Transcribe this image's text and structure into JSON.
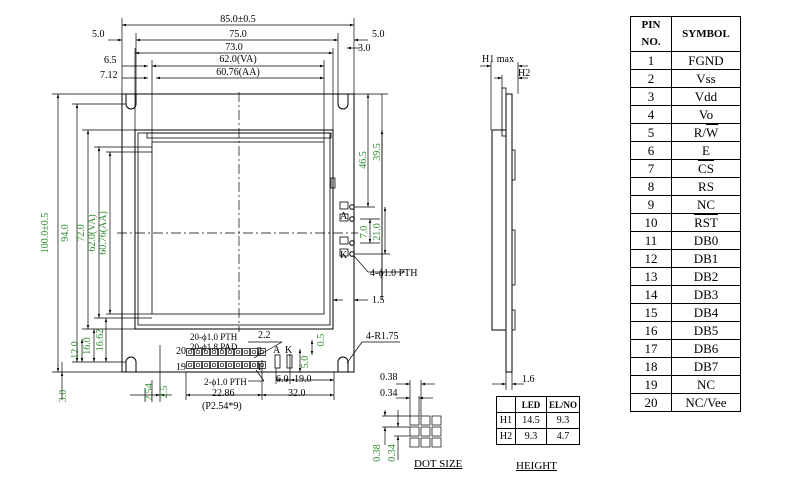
{
  "dims": {
    "d85": "85.0±0.5",
    "d75": "75.0",
    "d73": "73.0",
    "d62va": "62.0(VA)",
    "d6076aa": "60.76(AA)",
    "d5left": "5.0",
    "d5right": "5.0",
    "d65": "6.5",
    "d712": "7.12",
    "d3": "3.0",
    "d100": "100.0±0.5",
    "d94": "94.0",
    "d72": "72.0",
    "d62va_v": "62.0(VA)",
    "d6076aa_v": "60.76(AA)",
    "d12": "12.0",
    "d16": "16.0",
    "d1662": "16.62",
    "d30bottom": "3.0",
    "d254": "2.54",
    "d25": "2.5",
    "d465": "46.5",
    "d395": "39.5",
    "d210": "21.0",
    "d70": "7.0",
    "d15": "1.5",
    "ledhole": "4-ϕ1.0 PTH",
    "r175": "4-R1.75",
    "pad1": "20-ϕ1.0 PTH",
    "pad2": "20-ϕ1.8 PAD",
    "d22": "2.2",
    "d05": "0.5",
    "d50": "5.0",
    "d60": "6.0",
    "d190": "19.0",
    "d2286": "22.86",
    "d320": "32.0",
    "p254": "(P2.54*9)",
    "ptha": "2-ϕ1.0 PTH",
    "n20": "20",
    "n19": "19",
    "n2": "2",
    "n1": "1",
    "labA": "A",
    "labK": "K",
    "labA2": "A",
    "labK2": "K",
    "h1max": "H1 max",
    "h2": "H2",
    "d16side": "1.6",
    "dot038": "0.38",
    "dot034": "0.34",
    "dot038v": "0.38",
    "dot034v": "0.34"
  },
  "captions": {
    "dot_size": "DOT SIZE",
    "height": "HEIGHT"
  },
  "height_table": {
    "headers": [
      "",
      "LED",
      "EL/NO"
    ],
    "rows": [
      {
        "label": "H1",
        "led": "14.5",
        "elno": "9.3"
      },
      {
        "label": "H2",
        "led": "9.3",
        "elno": "4.7"
      }
    ]
  },
  "pin_table": {
    "headers": [
      "PIN NO.",
      "SYMBOL"
    ],
    "rows": [
      {
        "no": "1",
        "symbol": "FGND",
        "overline": false
      },
      {
        "no": "2",
        "symbol": "Vss",
        "overline": false
      },
      {
        "no": "3",
        "symbol": "Vdd",
        "overline": false
      },
      {
        "no": "4",
        "symbol": "Vo",
        "overline": false
      },
      {
        "no": "5",
        "symbol": "R/W",
        "overline": false
      },
      {
        "no": "6",
        "symbol": "E",
        "overline": false
      },
      {
        "no": "7",
        "symbol": "CS",
        "overline": true
      },
      {
        "no": "8",
        "symbol": "RS",
        "overline": false
      },
      {
        "no": "9",
        "symbol": "NC",
        "overline": false
      },
      {
        "no": "10",
        "symbol": "RST",
        "overline": true
      },
      {
        "no": "11",
        "symbol": "DB0",
        "overline": false
      },
      {
        "no": "12",
        "symbol": "DB1",
        "overline": false
      },
      {
        "no": "13",
        "symbol": "DB2",
        "overline": false
      },
      {
        "no": "14",
        "symbol": "DB3",
        "overline": false
      },
      {
        "no": "15",
        "symbol": "DB4",
        "overline": false
      },
      {
        "no": "16",
        "symbol": "DB5",
        "overline": false
      },
      {
        "no": "17",
        "symbol": "DB6",
        "overline": false
      },
      {
        "no": "18",
        "symbol": "DB7",
        "overline": false
      },
      {
        "no": "19",
        "symbol": "NC",
        "overline": false
      },
      {
        "no": "20",
        "symbol": "NC/Vee",
        "overline": false
      }
    ]
  }
}
